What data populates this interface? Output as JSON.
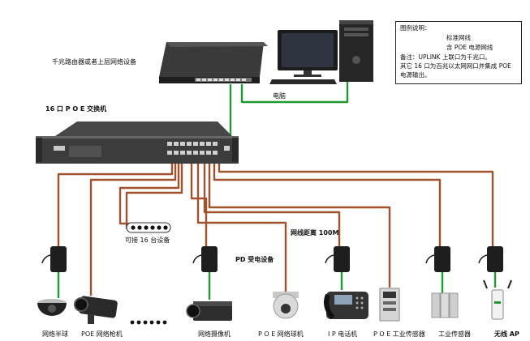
{
  "colors": {
    "standard": "#1f9a32",
    "poe": "#a0522d",
    "device_dark": "#2a2a2a",
    "device_light": "#d8d8d8"
  },
  "legend": {
    "title": "图例说明：",
    "standard_label": "标准网线",
    "poe_label": "含 POE 电源网线",
    "note1": "备注：UPLINK 上联口为千兆口。",
    "note2": "其它 16 口为百兆以太网网口并集成 POE",
    "note3": "电源输出。"
  },
  "labels": {
    "router": "千兆路由器或者上层网络设备",
    "computer": "电脑",
    "switch": "16 口 P O E 交换机",
    "connect16": "可接 16 台设备",
    "distance": "网线距离 100M",
    "pd": "PD 受电设备"
  },
  "devices": [
    {
      "name": "网络半球",
      "icon": "dome-camera-icon"
    },
    {
      "name": "POE 网络枪机",
      "icon": "bullet-camera-icon"
    },
    {
      "name": "网络摄像机",
      "icon": "box-camera-icon"
    },
    {
      "name": "P O E  网络球机",
      "icon": "speed-dome-icon"
    },
    {
      "name": "I P 电话机",
      "icon": "ip-phone-icon"
    },
    {
      "name": "P O E 工业传感器",
      "icon": "industrial-sensor-icon"
    },
    {
      "name": "工业传感器",
      "icon": "sensor-module-icon"
    },
    {
      "name": "无线 AP",
      "icon": "wireless-ap-icon"
    }
  ]
}
